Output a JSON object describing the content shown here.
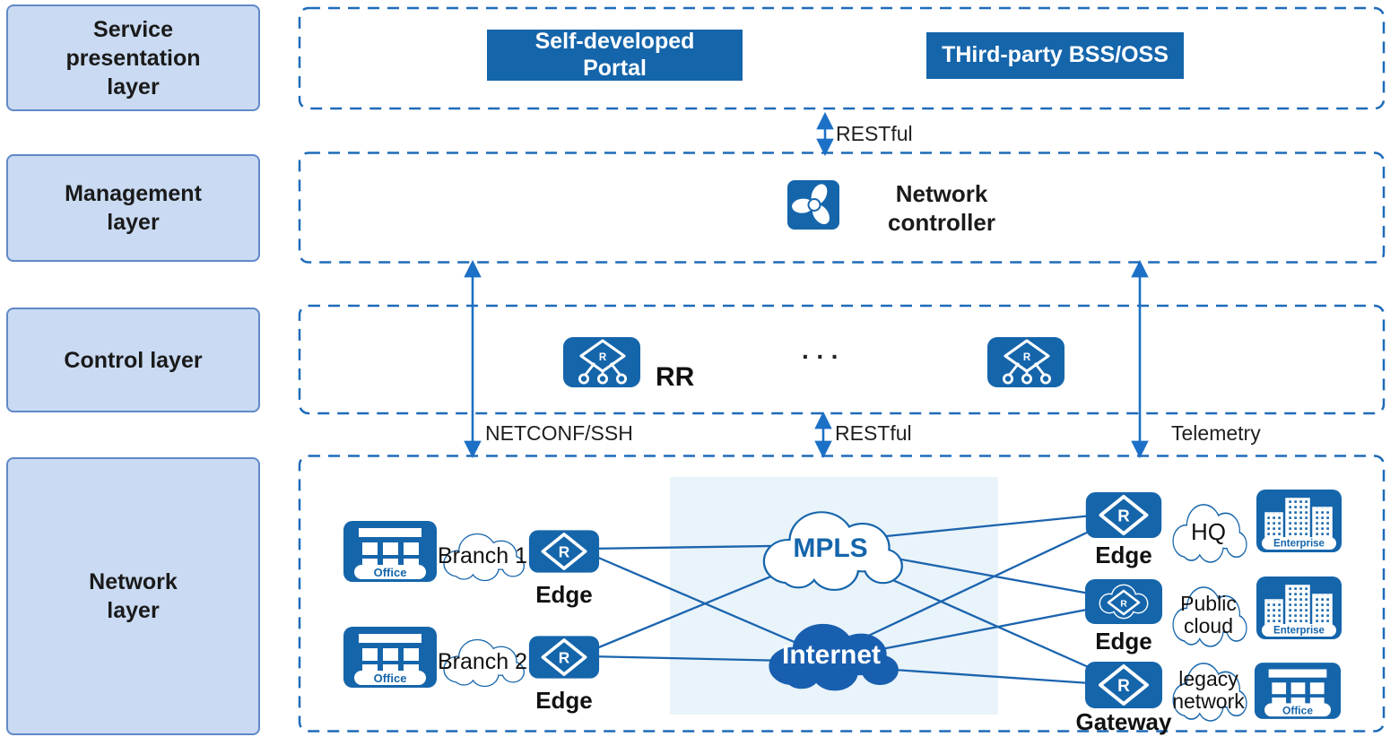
{
  "colors": {
    "primary": "#1565AB",
    "internet_cloud": "#185FB0",
    "connection_line": "#1B64AE",
    "arrow": "#1C70C6",
    "dashed_border": "#1E6BB8",
    "layer_box_fill": "#C9DAF2",
    "layer_box_border": "#6189C7",
    "pale_background": "#E9F3FA"
  },
  "layers": [
    {
      "label": "Service\npresentation\nlayer"
    },
    {
      "label": "Management\nlayer"
    },
    {
      "label": "Control layer"
    },
    {
      "label": "Network\nlayer"
    }
  ],
  "presentation": {
    "portal": "Self-developed\nPortal",
    "bss": "THird-party BSS/OSS"
  },
  "management": {
    "controller": "Network\ncontroller"
  },
  "control": {
    "rr": "RR",
    "ellipsis": "···"
  },
  "protocols": {
    "restful_top": "RESTful",
    "netconf": "NETCONF/SSH",
    "restful_mid": "RESTful",
    "telemetry": "Telemetry"
  },
  "network": {
    "branches": [
      {
        "site": "Office",
        "cloud": "Branch 1",
        "device": "Edge"
      },
      {
        "site": "Office",
        "cloud": "Branch 2",
        "device": "Edge"
      }
    ],
    "wan": {
      "mpls": "MPLS",
      "internet": "Internet"
    },
    "sites": [
      {
        "device": "Edge",
        "cloud": "HQ",
        "site": "Enterprise"
      },
      {
        "device": "Edge",
        "cloud": "Public\ncloud",
        "site": "Enterprise"
      },
      {
        "device": "Gateway",
        "cloud": "legacy\nnetwork",
        "site": "Office"
      }
    ]
  },
  "icons": {
    "router_letter": "R"
  }
}
